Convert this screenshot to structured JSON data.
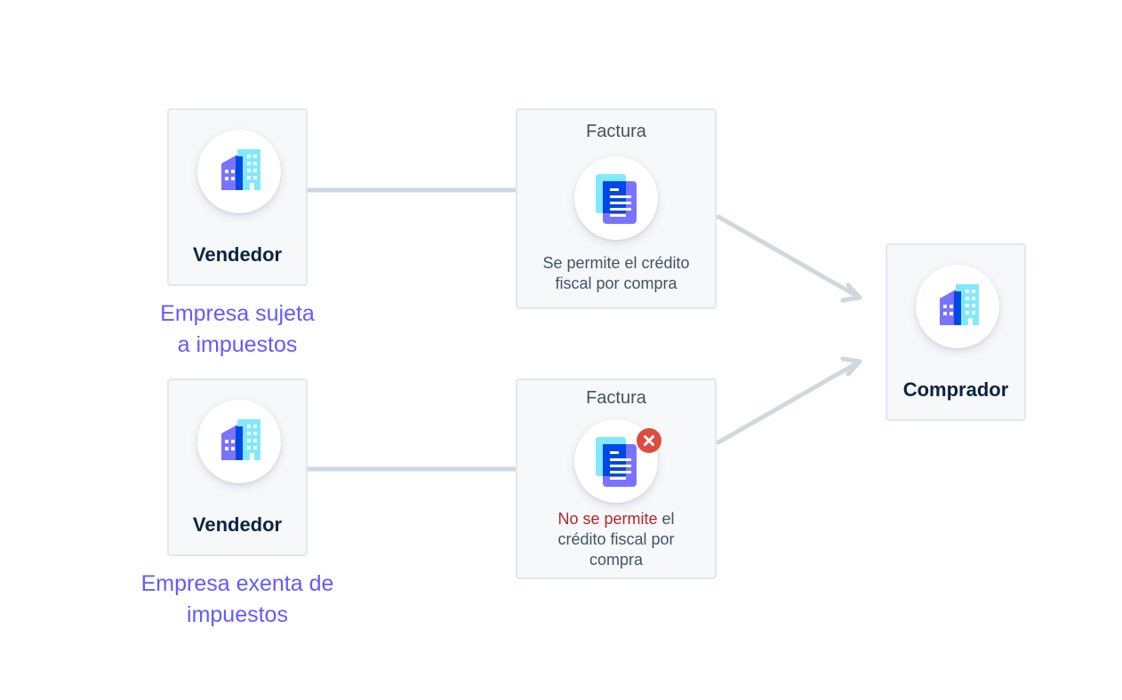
{
  "sellers": [
    {
      "label": "Vendedor",
      "caption_line1": "Empresa sujeta",
      "caption_line2": "a impuestos",
      "icon": "building-icon"
    },
    {
      "label": "Vendedor",
      "caption_line1": "Empresa exenta de",
      "caption_line2": "impuestos",
      "icon": "building-icon"
    }
  ],
  "invoices": [
    {
      "header": "Factura",
      "desc_line1": "Se permite el crédito",
      "desc_line2": "fiscal por compra",
      "icon": "document-icon"
    },
    {
      "header": "Factura",
      "desc_negative": "No se permite",
      "desc_line1_rest": " el",
      "desc_line2": "crédito fiscal por",
      "desc_line3": "compra",
      "icon": "document-icon",
      "badge_icon": "close-icon"
    }
  ],
  "buyer": {
    "label": "Comprador",
    "icon": "building-icon"
  },
  "colors": {
    "accent": "#635bff",
    "label": "#0a2540",
    "text": "#425466",
    "negative": "#b3262c",
    "badge": "#df4b41",
    "connector": "#cfd7df",
    "card_bg": "#f6f8fa",
    "card_border": "#e3e8ee"
  }
}
